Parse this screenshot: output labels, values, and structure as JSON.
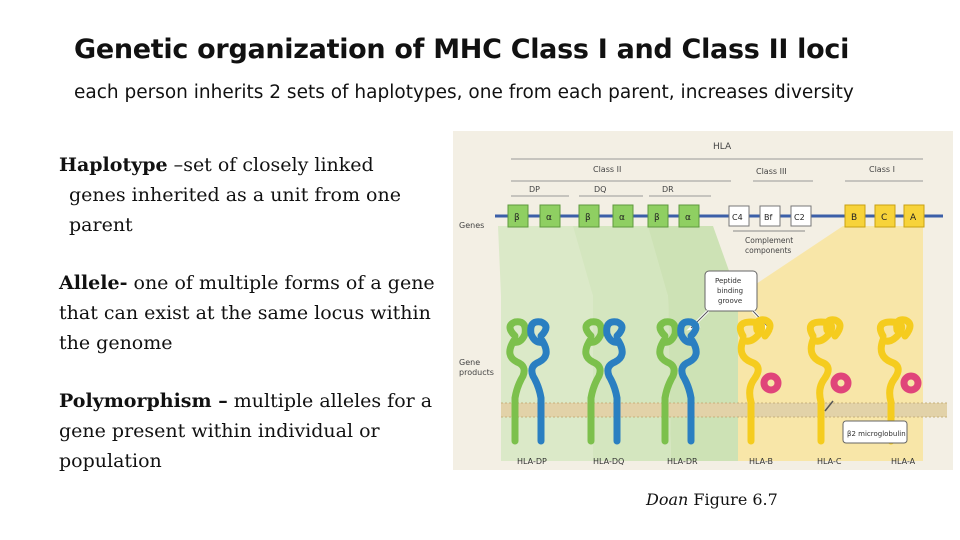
{
  "slide": {
    "title": "Genetic organization of MHC Class I and Class II loci",
    "subtitle": "each person inherits 2 sets of haplotypes, one from each parent, increases diversity"
  },
  "definitions": [
    {
      "term": "Haplotype",
      "sep": " –",
      "text_first": "set of closely linked",
      "text_rest": "genes inherited as a unit from one parent"
    },
    {
      "term": "Allele-",
      "text": " one of multiple forms of a gene that can exist at the same locus within the genome"
    },
    {
      "term": "Polymorphism –",
      "text": " multiple alleles for a gene present within individual or population"
    }
  ],
  "figure": {
    "hla_label": "HLA",
    "class_labels": {
      "class2": "Class II",
      "class3": "Class III",
      "class1": "Class I"
    },
    "subregion_labels": {
      "dp": "DP",
      "dq": "DQ",
      "dr": "DR"
    },
    "row_labels": {
      "genes": "Genes",
      "gene_products_1": "Gene",
      "gene_products_2": "products"
    },
    "gene_boxes": [
      "β",
      "α",
      "β",
      "α",
      "β",
      "α",
      "C4",
      "Bf",
      "C2",
      "B",
      "C",
      "A"
    ],
    "complement_label_1": "Complement",
    "complement_label_2": "components",
    "peptide_label_1": "Peptide",
    "peptide_label_2": "binding",
    "peptide_label_3": "groove",
    "b2m_label": "β2 microglobulin",
    "product_labels": [
      "HLA-DP",
      "HLA-DQ",
      "HLA-DR",
      "HLA-B",
      "HLA-C",
      "HLA-A"
    ],
    "colors": {
      "class2_green": "#7cc04c",
      "class2_blue": "#2a7fc1",
      "class1_yellow": "#f5cc1e",
      "b2m_pink": "#e0457a",
      "gene_bar": "#3b5fa8",
      "membrane": "#d8c39a"
    }
  },
  "caption": {
    "author": "Doan",
    "ref": " Figure 6.7"
  }
}
